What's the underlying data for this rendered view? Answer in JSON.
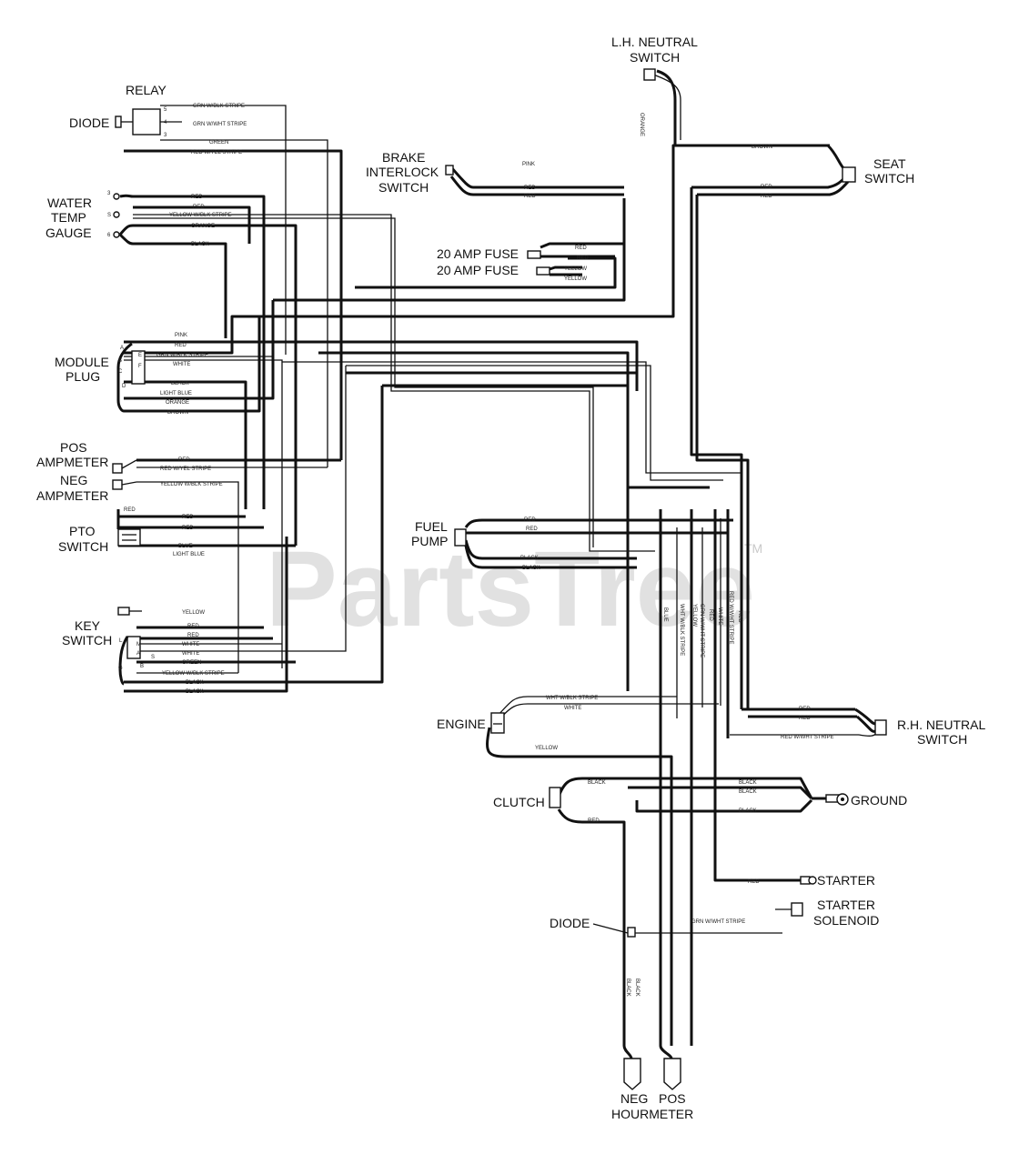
{
  "watermark": {
    "text": "PartsTree",
    "tm": "TM"
  },
  "components": {
    "relay": "RELAY",
    "diode_top": "DIODE",
    "water_temp_gauge": [
      "WATER",
      "TEMP",
      "GAUGE"
    ],
    "module_plug": [
      "MODULE",
      "PLUG"
    ],
    "pos_ampmeter": [
      "POS",
      "AMPMETER"
    ],
    "neg_ampmeter": [
      "NEG",
      "AMPMETER"
    ],
    "pto_switch": [
      "PTO",
      "SWITCH"
    ],
    "key_switch": [
      "KEY",
      "SWITCH"
    ],
    "lh_neutral_switch": [
      "L.H. NEUTRAL",
      "SWITCH"
    ],
    "brake_interlock_switch": [
      "BRAKE",
      "INTERLOCK",
      "SWITCH"
    ],
    "seat_switch": [
      "SEAT",
      "SWITCH"
    ],
    "fuse_1": "20 AMP FUSE",
    "fuse_2": "20 AMP FUSE",
    "fuel_pump": [
      "FUEL",
      "PUMP"
    ],
    "engine": "ENGINE",
    "rh_neutral_switch": [
      "R.H. NEUTRAL",
      "SWITCH"
    ],
    "clutch": "CLUTCH",
    "ground": "GROUND",
    "starter": "STARTER",
    "starter_solenoid": [
      "STARTER",
      "SOLENOID"
    ],
    "diode_bottom": "DIODE",
    "neg": "NEG",
    "pos": "POS",
    "hourmeter": "HOURMETER"
  },
  "wire_labels": {
    "relay_1": "GRN W/BLK STRIPE",
    "relay_2": "GRN W/WHT STRIPE",
    "relay_3": "GREEN",
    "relay_4": "RED W/YEL STRIPE",
    "gauge_1": "RED",
    "gauge_2": "RED",
    "gauge_3": "YELLOW W/BLK STRIPE",
    "gauge_4": "ORANGE",
    "gauge_5": "BLACK",
    "module_1": "PINK",
    "module_2": "RED",
    "module_3": "GRN W/BLK STRIPE",
    "module_4": "WHITE",
    "module_5": "BLACK",
    "module_6": "LIGHT BLUE",
    "module_7": "ORANGE",
    "module_8": "BROWN",
    "ampmeter_1": "RED",
    "ampmeter_2": "RED W/YEL STRIPE",
    "ampmeter_3": "YELLOW W/BLK STRIPE",
    "pto_1": "RED",
    "pto_2": "RED",
    "pto_3": "RED",
    "pto_4": "BLUE",
    "pto_5": "LIGHT BLUE",
    "key_1": "YELLOW",
    "key_2": "RED",
    "key_3": "RED",
    "key_4": "WHITE",
    "key_5": "WHITE",
    "key_6": "GREEN",
    "key_7": "YELLOW W/BLK STRIPE",
    "key_8": "BLACK",
    "key_9": "BLACK",
    "lh_orange": "ORANGE",
    "seat_brown": "BROWN",
    "seat_red_1": "RED",
    "seat_red_2": "RED",
    "brake_pink": "PINK",
    "brake_red_1": "RED",
    "brake_red_2": "RED",
    "fuse_red_1": "RED",
    "fuse_red_2": "RED",
    "fuse_yellow_1": "YELLOW",
    "fuse_yellow_2": "YELLOW",
    "fuel_red_1": "RED",
    "fuel_red_2": "RED",
    "fuel_black_1": "BLACK",
    "fuel_black_2": "BLACK",
    "vert_1": "BLUE",
    "vert_2": "WHT W/BLK STRIPE",
    "vert_3": "YELLOW",
    "vert_4": "GRN W/WHT STRIPE",
    "vert_5": "RED",
    "vert_6": "WHITE",
    "vert_7": "RED W/WHT STRIPE",
    "vert_8": "RED",
    "engine_1": "WHT W/BLK STRIPE",
    "engine_2": "WHITE",
    "engine_3": "YELLOW",
    "rh_1": "RED",
    "rh_2": "RED",
    "rh_3": "RED W/WHT STRIPE",
    "clutch_1": "BLACK",
    "clutch_2": "RED",
    "ground_1": "BLACK",
    "ground_2": "BLACK",
    "ground_3": "BLACK",
    "starter_red": "RED",
    "solenoid_wire": "GRN W/WHT STRIPE",
    "hour_1": "BLACK",
    "hour_2": "BLACK"
  },
  "pins": {
    "relay_pins": [
      "5",
      "4",
      "3"
    ],
    "gauge_pins": [
      "3",
      "S",
      "6"
    ],
    "module_pins": [
      "A",
      "B",
      "C",
      "D",
      "E",
      "F"
    ],
    "key_pins": [
      "L",
      "M",
      "S",
      "G",
      "B",
      "A"
    ]
  }
}
